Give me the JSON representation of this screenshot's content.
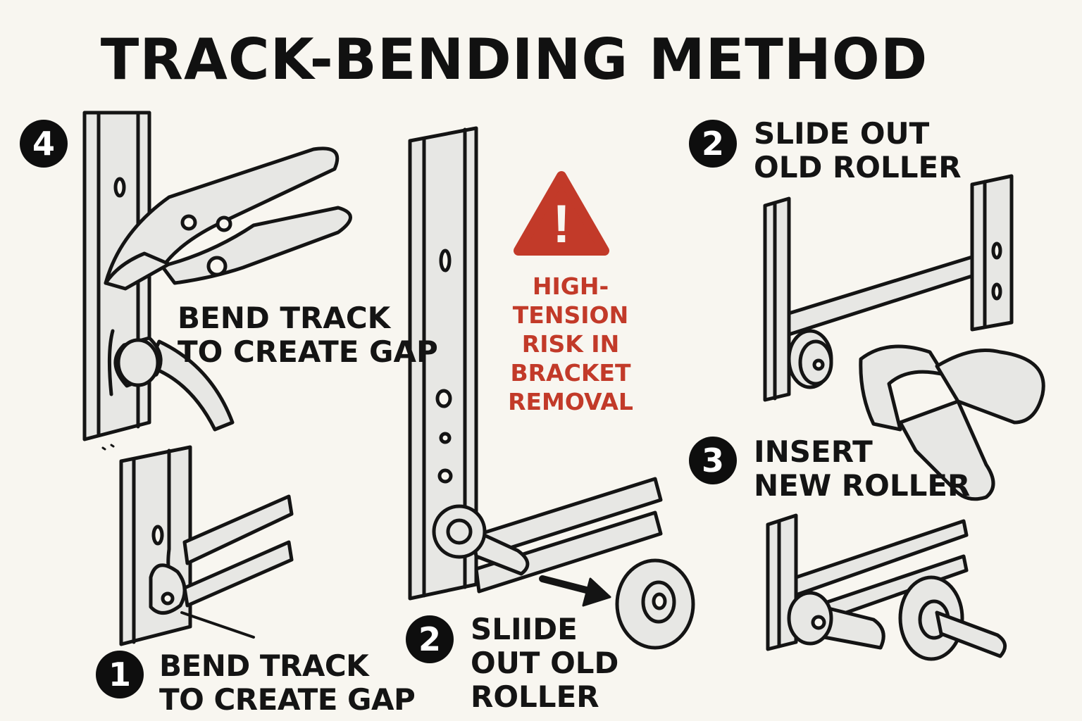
{
  "title": "TRACK-BENDING METHOD",
  "colors": {
    "background": "#f8f6f0",
    "ink": "#141414",
    "metal": "#e7e7e4",
    "warning": "#c23a29"
  },
  "steps": [
    {
      "number": "4",
      "lines": [
        "BEND TRACK",
        "TO CREATE GAP"
      ]
    },
    {
      "number": "1",
      "lines": [
        "BEND TRACK",
        "TO CREATE GAP"
      ]
    },
    {
      "number": "2",
      "lines": [
        "SLIIDE",
        "OUT OLD",
        "ROLLER"
      ]
    },
    {
      "number": "2",
      "lines": [
        "SLIDE OUT",
        "OLD ROLLER"
      ]
    },
    {
      "number": "3",
      "lines": [
        "INSERT",
        "NEW ROLLER"
      ]
    }
  ],
  "warning": {
    "icon": "warning-triangle-icon",
    "symbol": "!",
    "lines": [
      "HIGH-TENSION",
      "RISK IN",
      "BRACKET",
      "REMOVAL"
    ]
  },
  "tools": [
    "locking-pliers-icon",
    "hammer-icon"
  ]
}
